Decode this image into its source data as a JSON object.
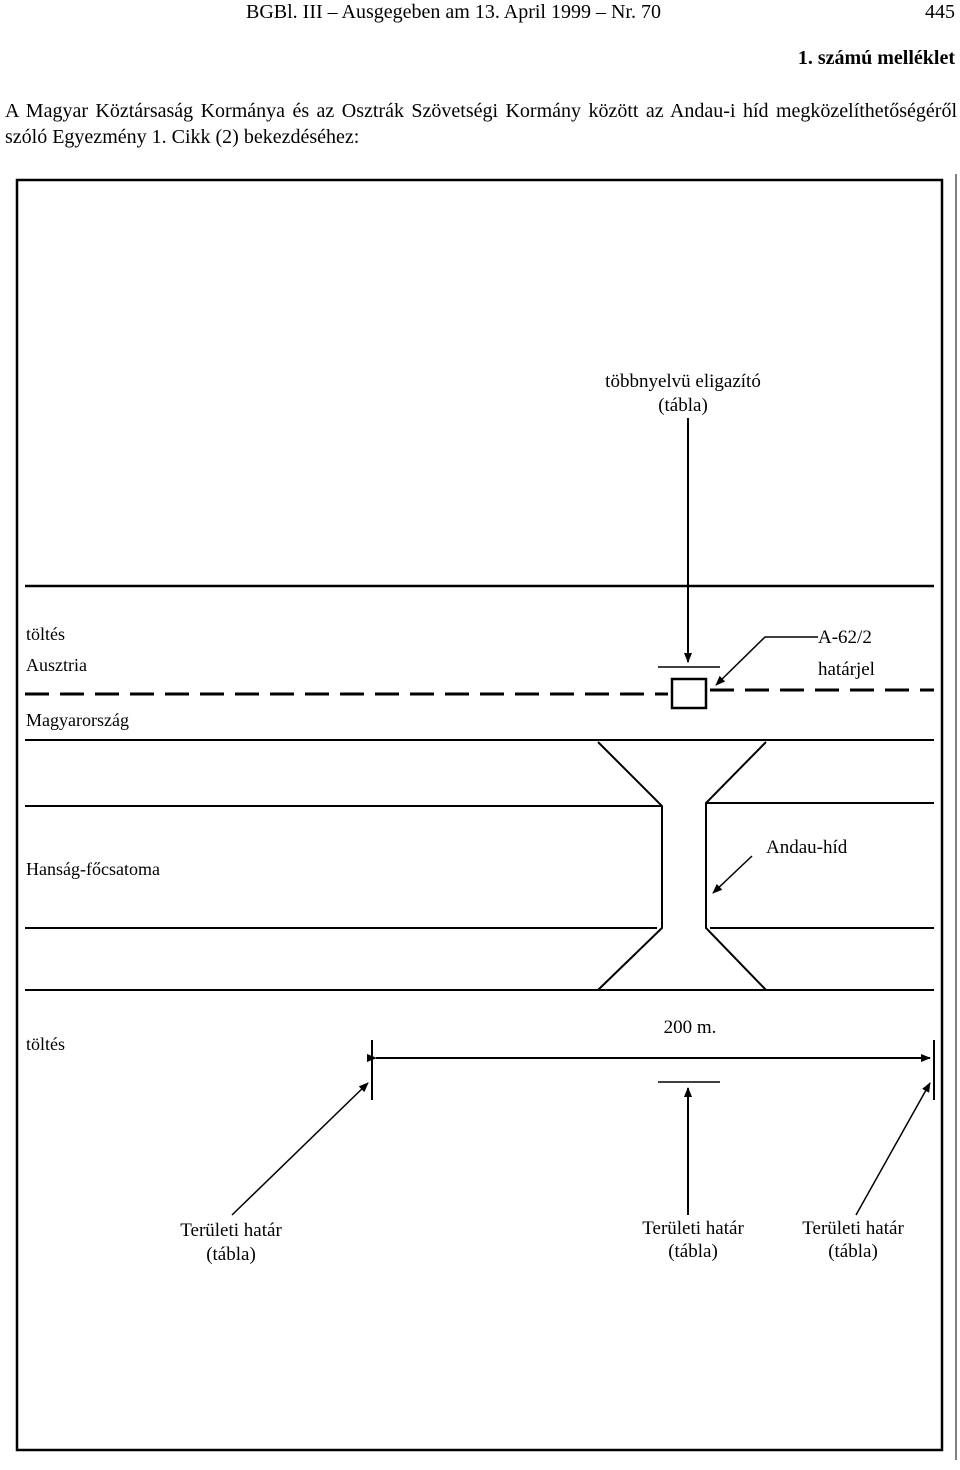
{
  "header": {
    "running_head": "BGBl. III – Ausgegeben am 13. April 1999 – Nr. 70",
    "page_number": "445"
  },
  "annex_label": "1. számú melléklet",
  "intro_text": "A Magyar Köztársaság Kormánya és az Osztrák Szövetségi Kormány között az Andau-i híd megközelíthetőségéről szóló Egyezmény 1. Cikk (2) bekezdéséhez:",
  "map": {
    "sign_multilingual_line1": "többnyelvü eligazító",
    "sign_multilingual_line2": "(tábla)",
    "label_toltes_top": "töltés",
    "label_austria": "Ausztria",
    "label_hungary": "Magyarország",
    "marker_code": "A-62/2",
    "marker_label": "határjel",
    "label_canal": "Hanság-főcsatoma",
    "label_bridge": "Andau-híd",
    "label_toltes_bottom": "töltés",
    "distance_label": "200 m.",
    "territorial_sign_left_line1": "Területi határ",
    "territorial_sign_left_line2": "(tábla)",
    "territorial_sign_mid_line1": "Területi határ",
    "territorial_sign_mid_line2": "(tábla)",
    "territorial_sign_right_line1": "Területi határ",
    "territorial_sign_right_line2": "(tábla)"
  }
}
